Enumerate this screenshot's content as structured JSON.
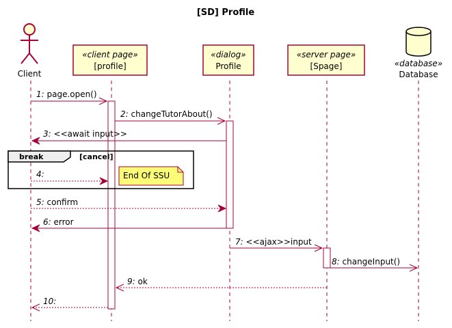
{
  "title": "[SD] Profile",
  "participants": {
    "client": {
      "name": "Client",
      "kind": "actor"
    },
    "profile_page": {
      "stereotype": "«client page»",
      "name": "[profile]"
    },
    "dialog": {
      "stereotype": "«dialog»",
      "name": "Profile"
    },
    "spage": {
      "stereotype": "«server page»",
      "name": "[Spage]"
    },
    "database": {
      "stereotype": "«database»",
      "name": "Database",
      "kind": "database"
    }
  },
  "messages": [
    {
      "num": "1:",
      "text": "page.open()"
    },
    {
      "num": "2:",
      "text": "changeTutorAbout()"
    },
    {
      "num": "3:",
      "text": "<<await input>>"
    },
    {
      "num": "4:",
      "text": ""
    },
    {
      "num": "5:",
      "text": "confirm"
    },
    {
      "num": "6:",
      "text": "error"
    },
    {
      "num": "7:",
      "text": "<<ajax>>input"
    },
    {
      "num": "8:",
      "text": "changeInput()"
    },
    {
      "num": "9:",
      "text": "ok"
    },
    {
      "num": "10:",
      "text": ""
    }
  ],
  "fragment": {
    "keyword": "break",
    "guard": "[cancel]"
  },
  "note": "End Of SSU",
  "colors": {
    "border": "#A80036",
    "participant_fill": "#FEFECE",
    "note_fill": "#FBFB77",
    "fragment_fill": "#EEEEEE"
  }
}
